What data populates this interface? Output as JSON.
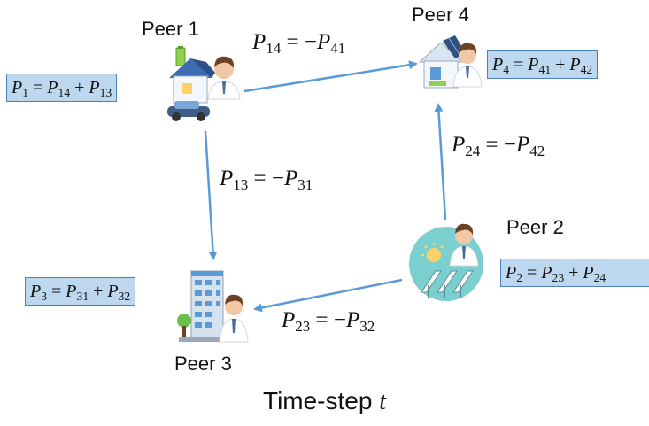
{
  "peers": {
    "peer1": {
      "label": "Peer 1",
      "equation": {
        "lhs": "P",
        "lhs_sub": "1",
        "op": "=",
        "t1": "P",
        "t1_sub": "14",
        "plus": "+",
        "t2": "P",
        "t2_sub": "13"
      },
      "icon": "house-ev-battery-person-icon"
    },
    "peer2": {
      "label": "Peer 2",
      "equation": {
        "lhs": "P",
        "lhs_sub": "2",
        "op": "=",
        "t1": "P",
        "t1_sub": "23",
        "plus": "+",
        "t2": "P",
        "t2_sub": "24"
      },
      "icon": "solar-farm-person-icon"
    },
    "peer3": {
      "label": "Peer 3",
      "equation": {
        "lhs": "P",
        "lhs_sub": "3",
        "op": "=",
        "t1": "P",
        "t1_sub": "31",
        "plus": "+",
        "t2": "P",
        "t2_sub": "32"
      },
      "icon": "office-building-person-icon"
    },
    "peer4": {
      "label": "Peer 4",
      "equation": {
        "lhs": "P",
        "lhs_sub": "4",
        "op": "=",
        "t1": "P",
        "t1_sub": "41",
        "plus": "+",
        "t2": "P",
        "t2_sub": "42"
      },
      "icon": "house-solar-person-icon"
    }
  },
  "edges": {
    "e14": {
      "lhs": "P",
      "lhs_sub": "14",
      "op": "= −",
      "rhs": "P",
      "rhs_sub": "41"
    },
    "e13": {
      "lhs": "P",
      "lhs_sub": "13",
      "op": "= −",
      "rhs": "P",
      "rhs_sub": "31"
    },
    "e24": {
      "lhs": "P",
      "lhs_sub": "24",
      "op": "= −",
      "rhs": "P",
      "rhs_sub": "42"
    },
    "e23": {
      "lhs": "P",
      "lhs_sub": "23",
      "op": "= −",
      "rhs": "P",
      "rhs_sub": "32"
    }
  },
  "caption": {
    "text": "Time-step ",
    "var": "t"
  },
  "colors": {
    "arrow": "#5b9bd5",
    "box_fill": "#bdd7ee",
    "box_border": "#4a7fb8"
  }
}
